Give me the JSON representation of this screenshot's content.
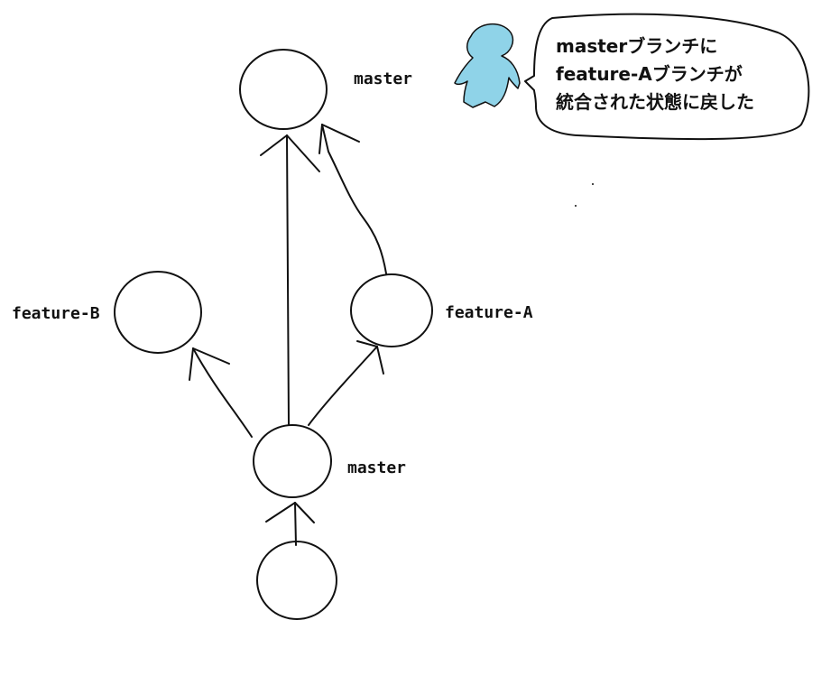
{
  "nodes": {
    "top_master_label": "master",
    "feature_b_label": "feature-B",
    "feature_a_label": "feature-A",
    "middle_master_label": "master"
  },
  "speech_bubble": {
    "lines": [
      "masterブランチに",
      "feature-Aブランチが",
      "統合された状態に戻した"
    ]
  },
  "colors": {
    "stroke": "#111111",
    "person_fill": "#8fd3e8",
    "background": "#ffffff"
  }
}
